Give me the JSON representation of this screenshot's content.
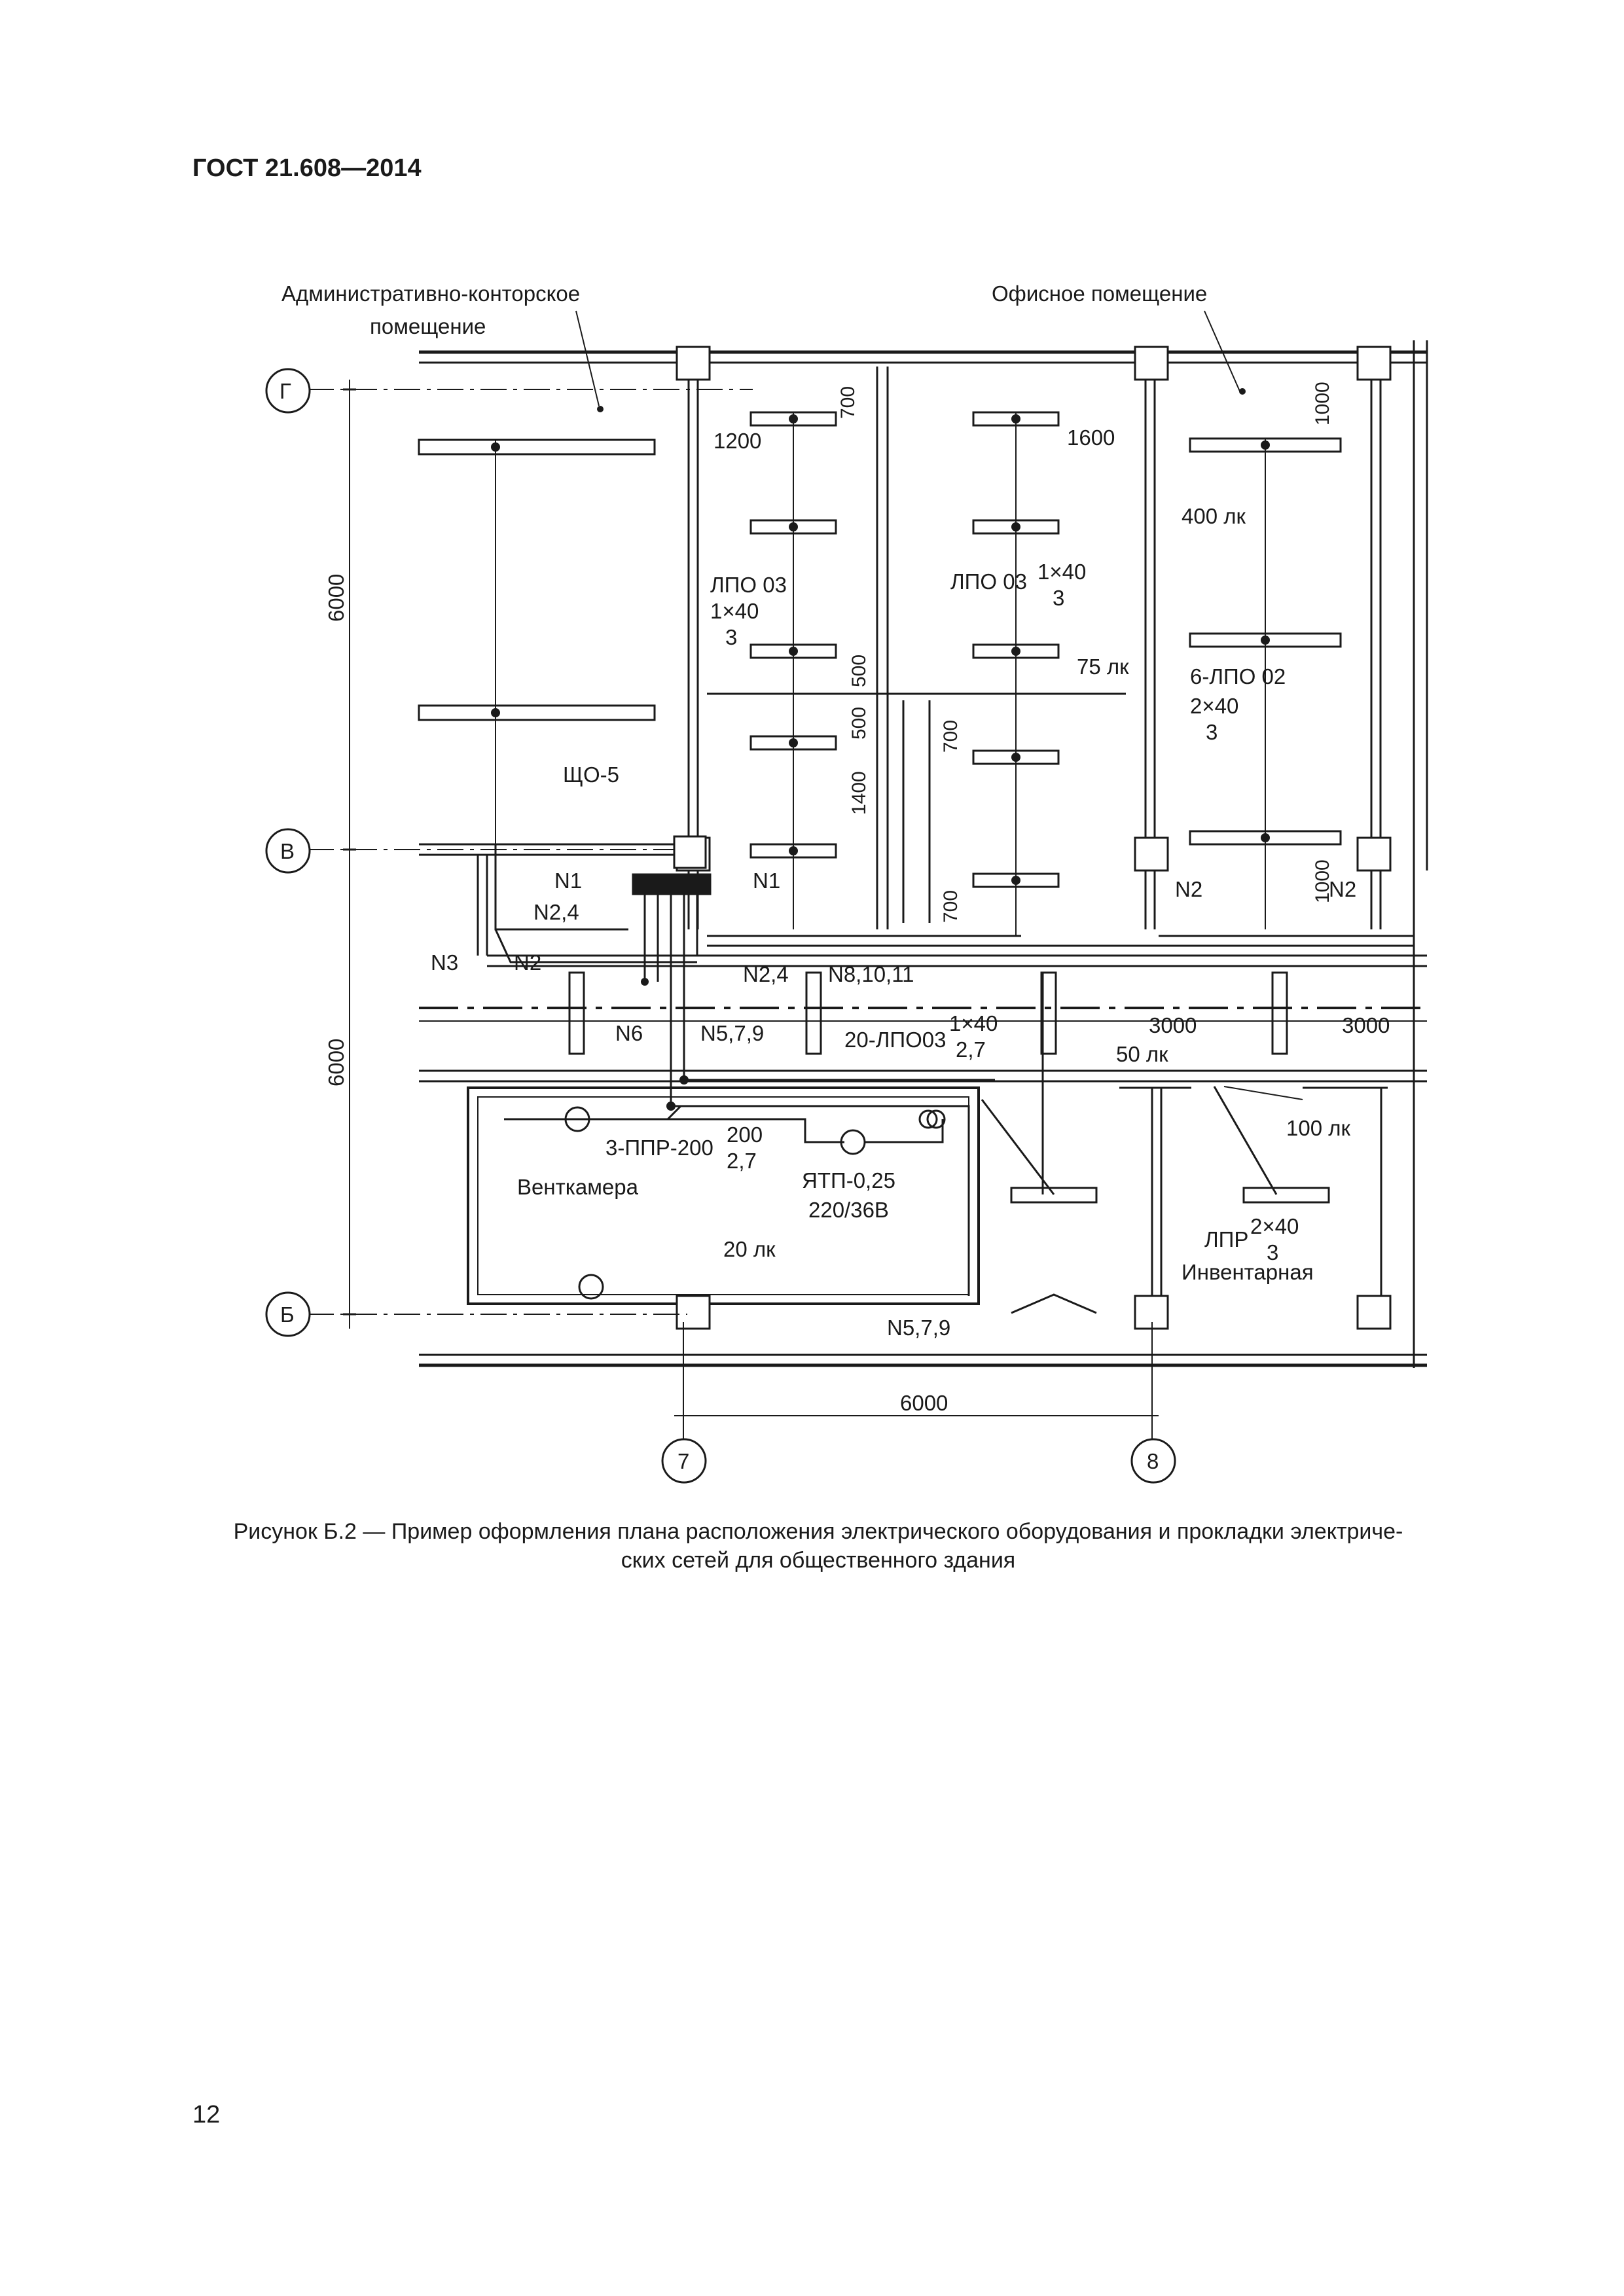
{
  "header": {
    "standard": "ГОСТ 21.608—2014"
  },
  "caption": {
    "line1": "Рисунок Б.2 — Пример оформления плана расположения электрического оборудования и прокладки электриче-",
    "line2": "ских сетей для общественного здания"
  },
  "page_number": "12",
  "plan": {
    "axes": {
      "g": "Г",
      "v": "В",
      "b": "Б",
      "c7": "7",
      "c8": "8"
    },
    "rooms": {
      "admin": [
        "Административно-конторское",
        "помещение"
      ],
      "office": "Офисное помещение",
      "ventkamera": "Венткамера",
      "inventory": "Инвентарная"
    },
    "dims": {
      "d6000_upper": "6000",
      "d6000_lower": "6000",
      "d6000_bottom": "6000",
      "d700_top": "700",
      "d1000_top": "1000",
      "d1200": "1200",
      "d1600": "1600",
      "d500a": "500",
      "d500b": "500",
      "d700_mid": "700",
      "d1400": "1400",
      "d700_low": "700",
      "d1000_low": "1000",
      "d3000a": "3000",
      "d3000b": "3000"
    },
    "labels": {
      "shchit": "ЩО-5",
      "lpo_left": "ЛПО 03",
      "lpo_left_num": "1×40",
      "lpo_left_den": "3",
      "lpo_mid": "ЛПО 03",
      "lpo_mid_num": "1×40",
      "lpo_mid_den": "3",
      "lpo_right": "6-ЛПО  02",
      "lpo_right_num": "2×40",
      "lpo_right_den": "3",
      "lux400": "400 лк",
      "lux75": "75 лк",
      "lux50": "50 лк",
      "lux100": "100 лк",
      "lux20": "20 лк",
      "corr_fixture": "20-ЛПО03",
      "corr_num": "1×40",
      "corr_den": "2,7",
      "ppr": "3-ППР-200",
      "ppr_num": "200",
      "ppr_den": "2,7",
      "ytp": "ЯТП-0,25",
      "ytp_volt": "220/36В",
      "lpr": "ЛПР",
      "lpr_num": "2×40",
      "lpr_den": "3"
    },
    "circuits": {
      "n1a": "N1",
      "n24a": "N2,4",
      "n1b": "N1",
      "n2a": "N2",
      "n2b": "N2",
      "n2c": "N2",
      "n3": "N3",
      "n24b": "N2,4",
      "n81011": "N8,10,11",
      "n6": "N6",
      "n579a": "N5,7,9",
      "n579b": "N5,7,9"
    }
  }
}
